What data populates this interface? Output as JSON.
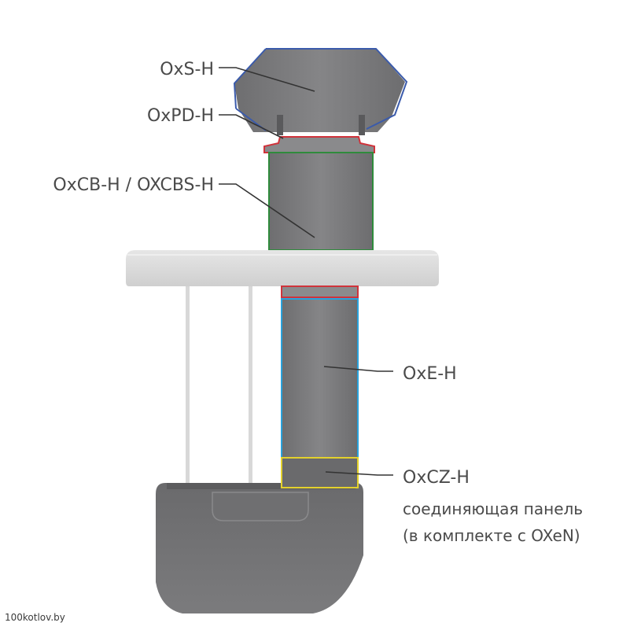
{
  "diagram": {
    "labels": {
      "oxs": "OxS-H",
      "oxpd": "OxPD-H",
      "oxcb": "OxCB-H / OXCBS-H",
      "oxe": "OxE-H",
      "oxcz": "OxCZ-H",
      "panel_line1": "соединяющая панель",
      "panel_line2": "(в комплекте с OXeN)"
    },
    "watermark": "100kotlov.by",
    "colors": {
      "oxs_outline": "#3b5bab",
      "oxpd_outline": "#d0333b",
      "oxcb_outline": "#2f8b3c",
      "oxe_outline": "#2aa2dc",
      "oxcz_outline": "#e3d12c",
      "module_fill": "#7b7b7d",
      "plate_fill": "#dcdcdc"
    }
  }
}
